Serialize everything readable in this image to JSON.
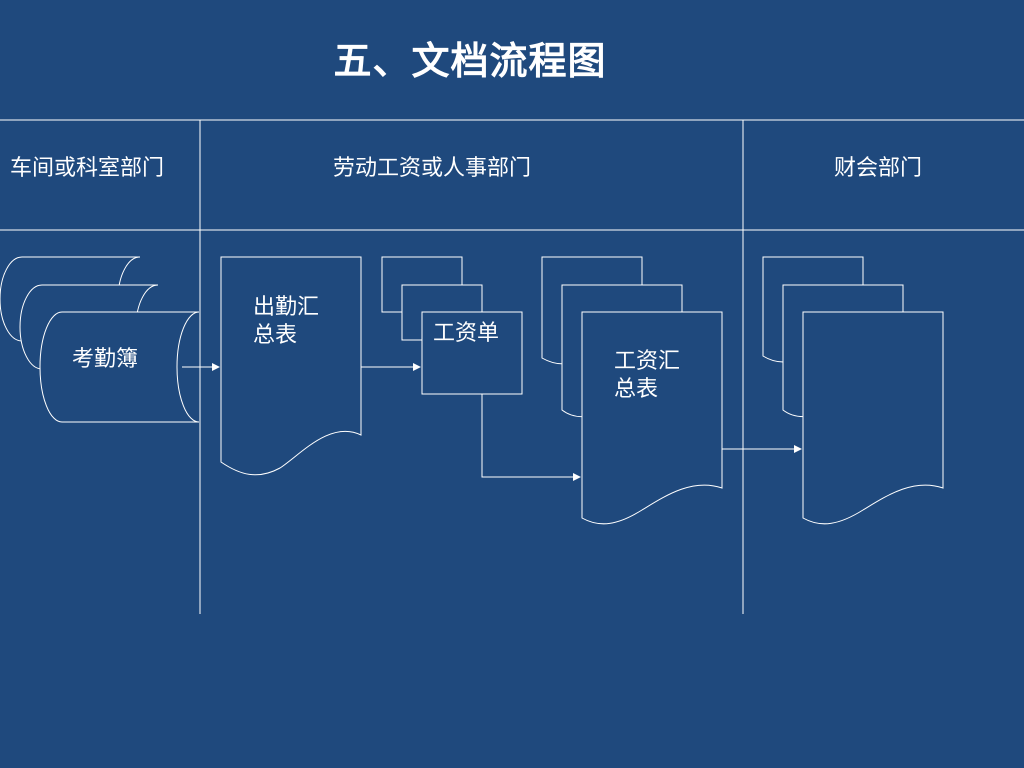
{
  "title": "五、文档流程图",
  "lanes": [
    {
      "label": "车间或科室部门"
    },
    {
      "label": "劳动工资或人事部门"
    },
    {
      "label": "财会部门"
    }
  ],
  "nodes": {
    "attendance_book": {
      "label": "考勤簿",
      "shape": "stacked-cylinders"
    },
    "attendance_summary": {
      "label": "出勤汇总表",
      "text": "出勤汇\n总表",
      "shape": "document"
    },
    "payslip": {
      "label": "工资单",
      "shape": "stacked-documents"
    },
    "payroll_summary": {
      "label": "工资汇总表",
      "text": "工资汇\n总表",
      "shape": "stacked-documents"
    },
    "finance_docs": {
      "label": "",
      "shape": "stacked-documents"
    }
  },
  "edges": [
    {
      "from": "考勤簿",
      "to": "出勤汇总表"
    },
    {
      "from": "出勤汇总表",
      "to": "工资单"
    },
    {
      "from": "工资单",
      "to": "工资汇总表"
    },
    {
      "from": "工资汇总表",
      "to": "财会部门"
    }
  ],
  "colors": {
    "background": "#1f497d",
    "line": "#ffffff",
    "text": "#ffffff"
  }
}
